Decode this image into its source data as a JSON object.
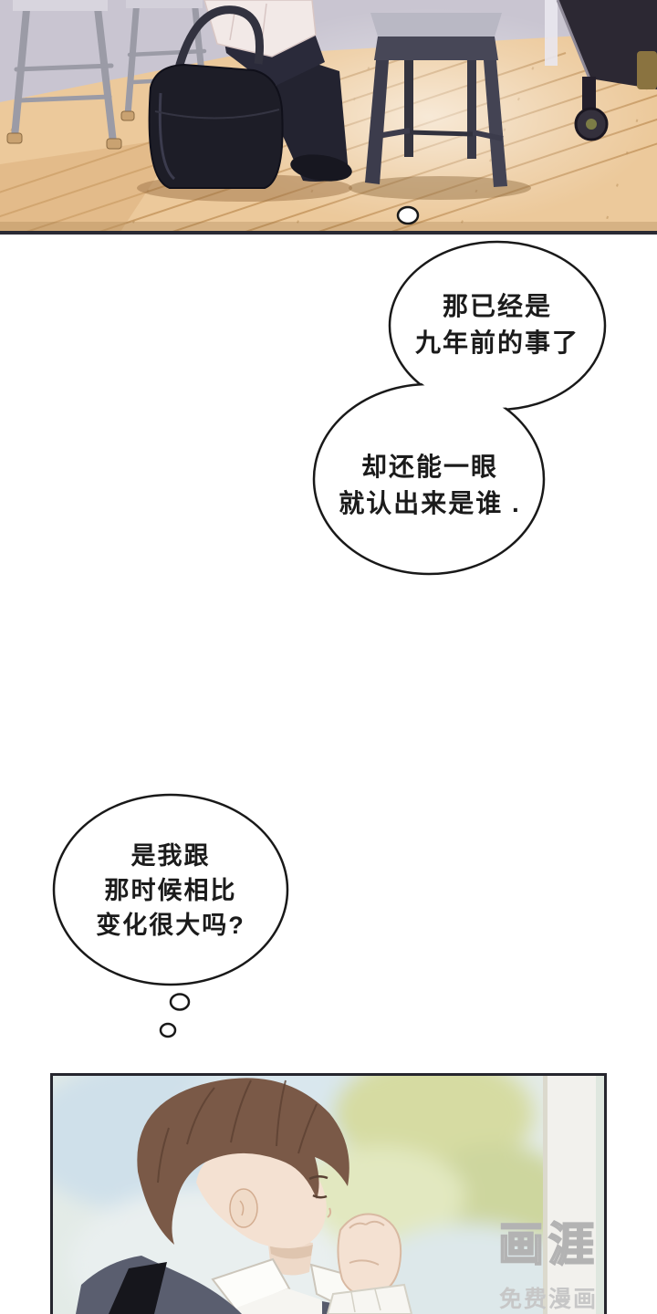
{
  "bubbles": {
    "b1": {
      "lines": [
        "那已经是",
        "九年前的事了"
      ]
    },
    "b2": {
      "lines": [
        "却还能一眼",
        "就认出来是谁 ."
      ]
    },
    "b3": {
      "lines": [
        "是我跟",
        "那时候相比",
        "变化很大吗?"
      ]
    }
  },
  "watermark": {
    "logo": "画涯",
    "caption": "免费漫画"
  },
  "colors": {
    "ink": "#191919",
    "floor": "#ecc99b",
    "wall": "#c9c5d1",
    "bag": "#1d1d27",
    "vest": "#5a5e6f",
    "hair": "#7a5947",
    "watermark_gray": "#c7c7c7"
  }
}
